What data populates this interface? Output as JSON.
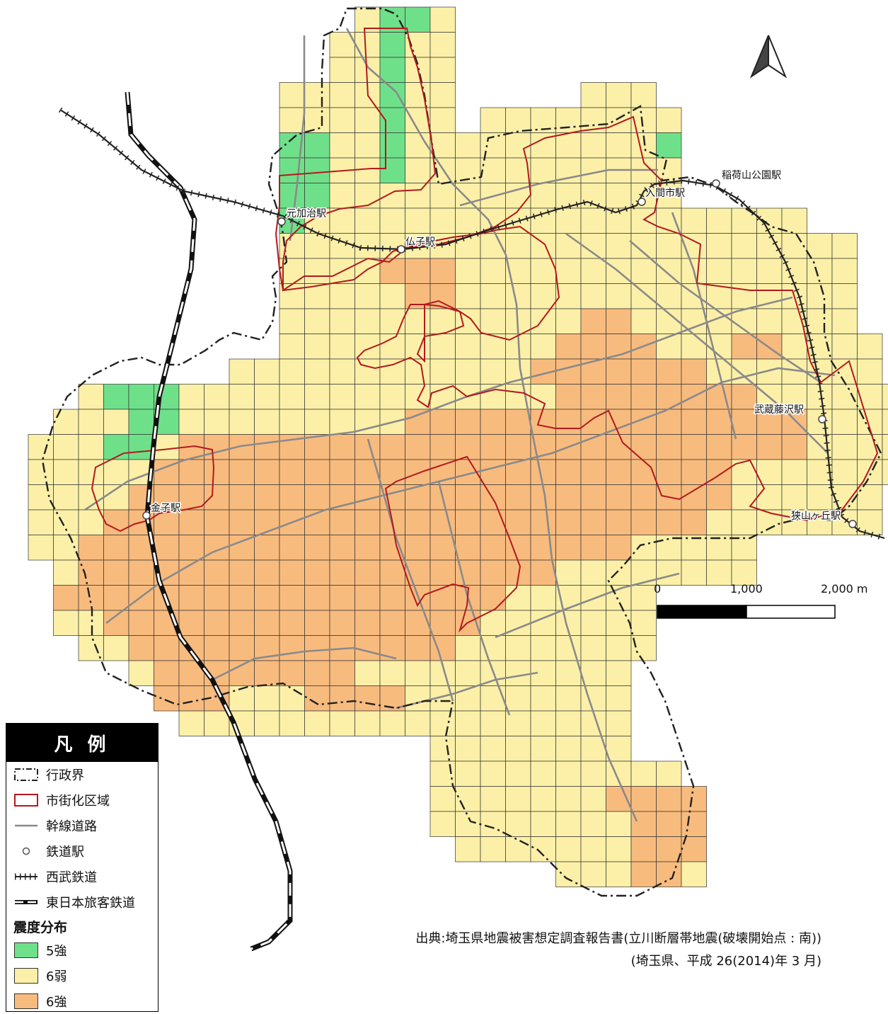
{
  "colors": {
    "intensity_5_upper": "#6fe08a",
    "intensity_6_lower": "#fcf0a8",
    "intensity_6_upper": "#f8bb7e",
    "boundary": "#222222",
    "urbanization_area": "#b3191f",
    "trunk_road": "#8a8a8a",
    "seibu_railway": "#222222",
    "jr_east": "#111111"
  },
  "stations": {
    "motokaji": "元加治駅",
    "busshi": "仏子駅",
    "irumashi": "入間市駅",
    "inariyama": "稲荷山公園駅",
    "musashifujisawa": "武蔵藤沢駅",
    "sayamagaoka": "狭山ヶ丘駅",
    "kaneko": "金子駅"
  },
  "scale_bar": {
    "label_0": "0",
    "label_1000": "1,000",
    "label_2000": "2,000 m"
  },
  "legend": {
    "title": "凡 例",
    "items": {
      "admin_boundary": "行政界",
      "urbanization_area": "市街化区域",
      "trunk_road": "幹線道路",
      "railway_station": "鉄道駅",
      "seibu_railway": "西武鉄道",
      "jr_east": "東日本旅客鉄道"
    },
    "seismic_title": "震度分布",
    "seismic": [
      "5強",
      "6弱",
      "6強"
    ]
  },
  "source": {
    "line1": "出典:埼玉県地震被害想定調査報告書(立川断層帯地震(破壊開始点 : 南))",
    "line2": "(埼玉県、平成 26(2014)年 3 月)"
  }
}
